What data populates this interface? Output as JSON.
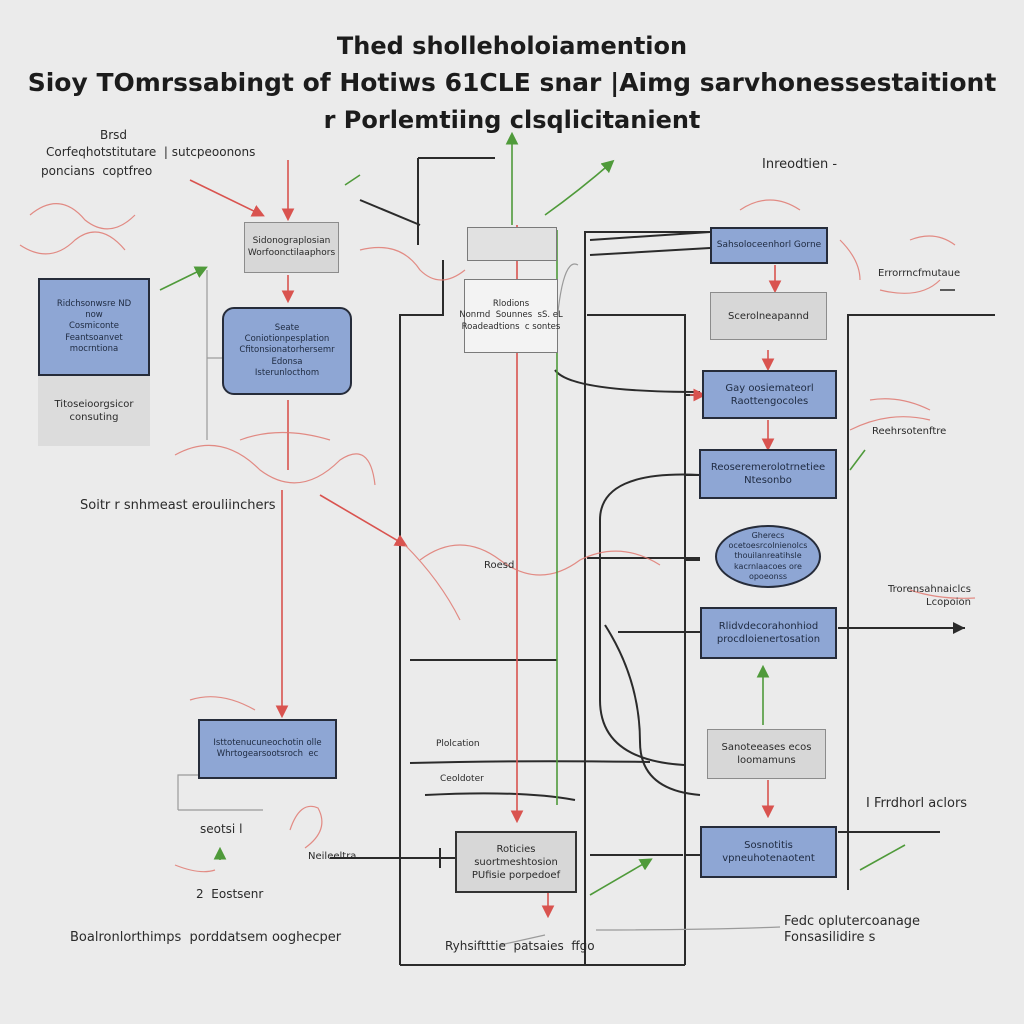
{
  "title": {
    "line1": "Thed sholleholoiamention",
    "line2": "Sioy TOmrssabingt of Hotiws 61CLE snar |Aimg sarvhonessestaitiont",
    "line3": "r Porlemtiing clsqlicitanient"
  },
  "labels": {
    "top_left_1": "Brsd",
    "top_left_2": "Corfeqhotstitutare  | sutcpeoonons",
    "top_left_3": "poncians  coptfreo",
    "top_right": "Inreodtien -",
    "right_1": "Errorrncfmutaue",
    "right_2": "Reehrsotenftre",
    "right_3": "Trorensahnaiclcs\nLcopoion",
    "right_4": "I Frrdhorl aclors",
    "mid_left": "Soitr r snhmeast erouliinchers",
    "bottom_left_1": "seotsi l",
    "bottom_left_2": "Neileeltra",
    "bottom_left_3": "2  Eostsenr",
    "bottom_left_4": "Boalronlorthimps  porddatsem ooghecper",
    "bottom_mid": "Ryhsiftttie  patsaies  ffgo",
    "bottom_right": "Fedc oplutercoanage\nFonsasilidire s",
    "center_tag": "Roesd",
    "mid_small_1": "Plolcation",
    "mid_small_2": "Ceoldoter"
  },
  "boxes": {
    "top_left_grey": "Sidonograplosian\nWorfoonctilaaphors",
    "left_blue": "Ridchsonwsre ND\nnow\nCosmiconte\nFeantsoanvet\nmocrntiona",
    "left_blue_caption": "Titoseioorgsicor\nconsuting",
    "center_blue": "Seate\nConiotionpesplation\nCfitonsionatorhersemr\nEdonsa\nIsterunlocthom",
    "center_white": "Rlodions\nNonrnd  Sounnes  sS. eL\nRoadeadtions  c sontes",
    "right_blue_top": "Sahsoloceenhorl Gorne",
    "right_grey_1": "Scerolneapannd",
    "right_blue_1": "Gay oosiemateorl\nRaottengocoles",
    "right_blue_2": "Reoseremerolotrnetiee\nNtesonbo",
    "right_ellipse": "Gherecs\nocetoesrcolnienolcs\nthouilanreatihsle\nkacrnlaacoes ore\nopoeonss",
    "right_blue_3": "Rlidvdecorahonhiod\nprocdloienertosation",
    "right_grey_2": "Sanoteeases ecos\nloomamuns",
    "right_blue_4": "Sosnotitis\nvpneuhotenaotent",
    "left_blue_bottom": "Isttotenucuneochotin olle\nWhrtogearsootsroch  ec",
    "bottom_center_grey": "Roticies\nsuortmeshtosion\nPUfisie porpedoef"
  },
  "colors": {
    "background": "#ebebeb",
    "box_blue": "#8ea6d4",
    "box_border": "#262c3a",
    "box_grey": "#d7d7d7",
    "wire": "#2b2b2b",
    "arrow_red": "#d9534f",
    "arrow_green": "#4f9a3a"
  }
}
